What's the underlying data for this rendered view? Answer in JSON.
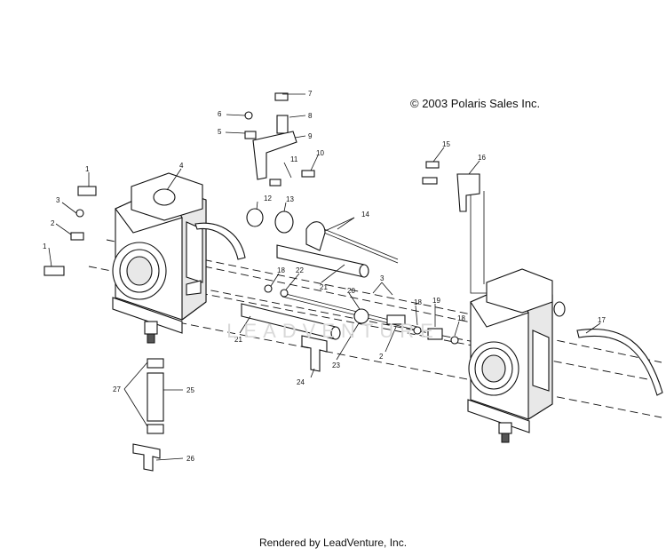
{
  "copyright": "© 2003 Polaris Sales Inc.",
  "watermark": "LEADVENTURE",
  "footer": "Rendered by LeadVenture, Inc.",
  "callouts": {
    "c1a": "1",
    "c1b": "1",
    "c2a": "2",
    "c2b": "2",
    "c3a": "3",
    "c3b": "3",
    "c4": "4",
    "c5": "5",
    "c6": "6",
    "c7": "7",
    "c8": "8",
    "c9": "9",
    "c10": "10",
    "c11": "11",
    "c12": "12",
    "c13": "13",
    "c14": "14",
    "c15": "15",
    "c16": "16",
    "c17": "17",
    "c18a": "18",
    "c18b": "18",
    "c18c": "18",
    "c19": "19",
    "c20": "20",
    "c21a": "21",
    "c21b": "21",
    "c22": "22",
    "c23": "23",
    "c24": "24",
    "c25": "25",
    "c26": "26",
    "c27": "27"
  }
}
